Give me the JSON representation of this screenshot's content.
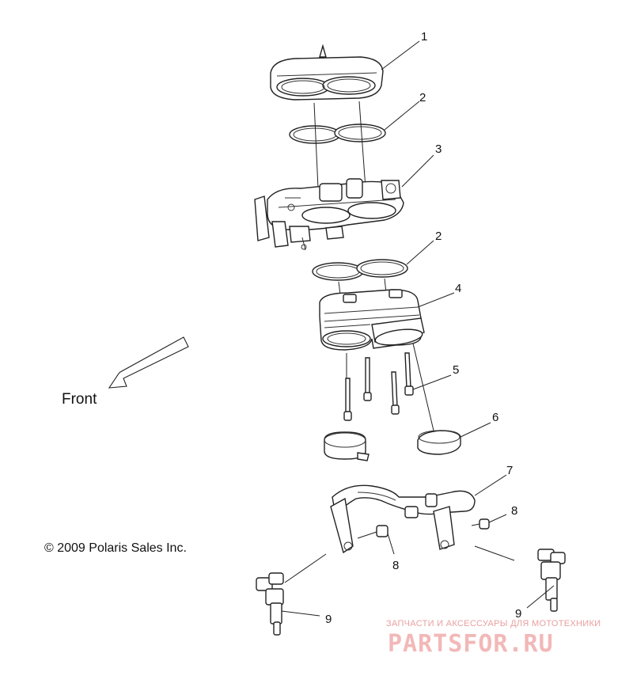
{
  "callouts": [
    "1",
    "2",
    "3",
    "2",
    "4",
    "5",
    "6",
    "7",
    "8",
    "8",
    "9",
    "9"
  ],
  "front_label": "Front",
  "copyright": "© 2009 Polaris Sales Inc.",
  "watermark": {
    "subtitle": "ЗАПЧАСТИ И АКСЕССУАРЫ ДЛЯ МОТОТЕХНИКИ",
    "brand": "PARTSFOR.RU"
  },
  "colors": {
    "line": "#222222",
    "watermark": "#f2b8b8"
  }
}
